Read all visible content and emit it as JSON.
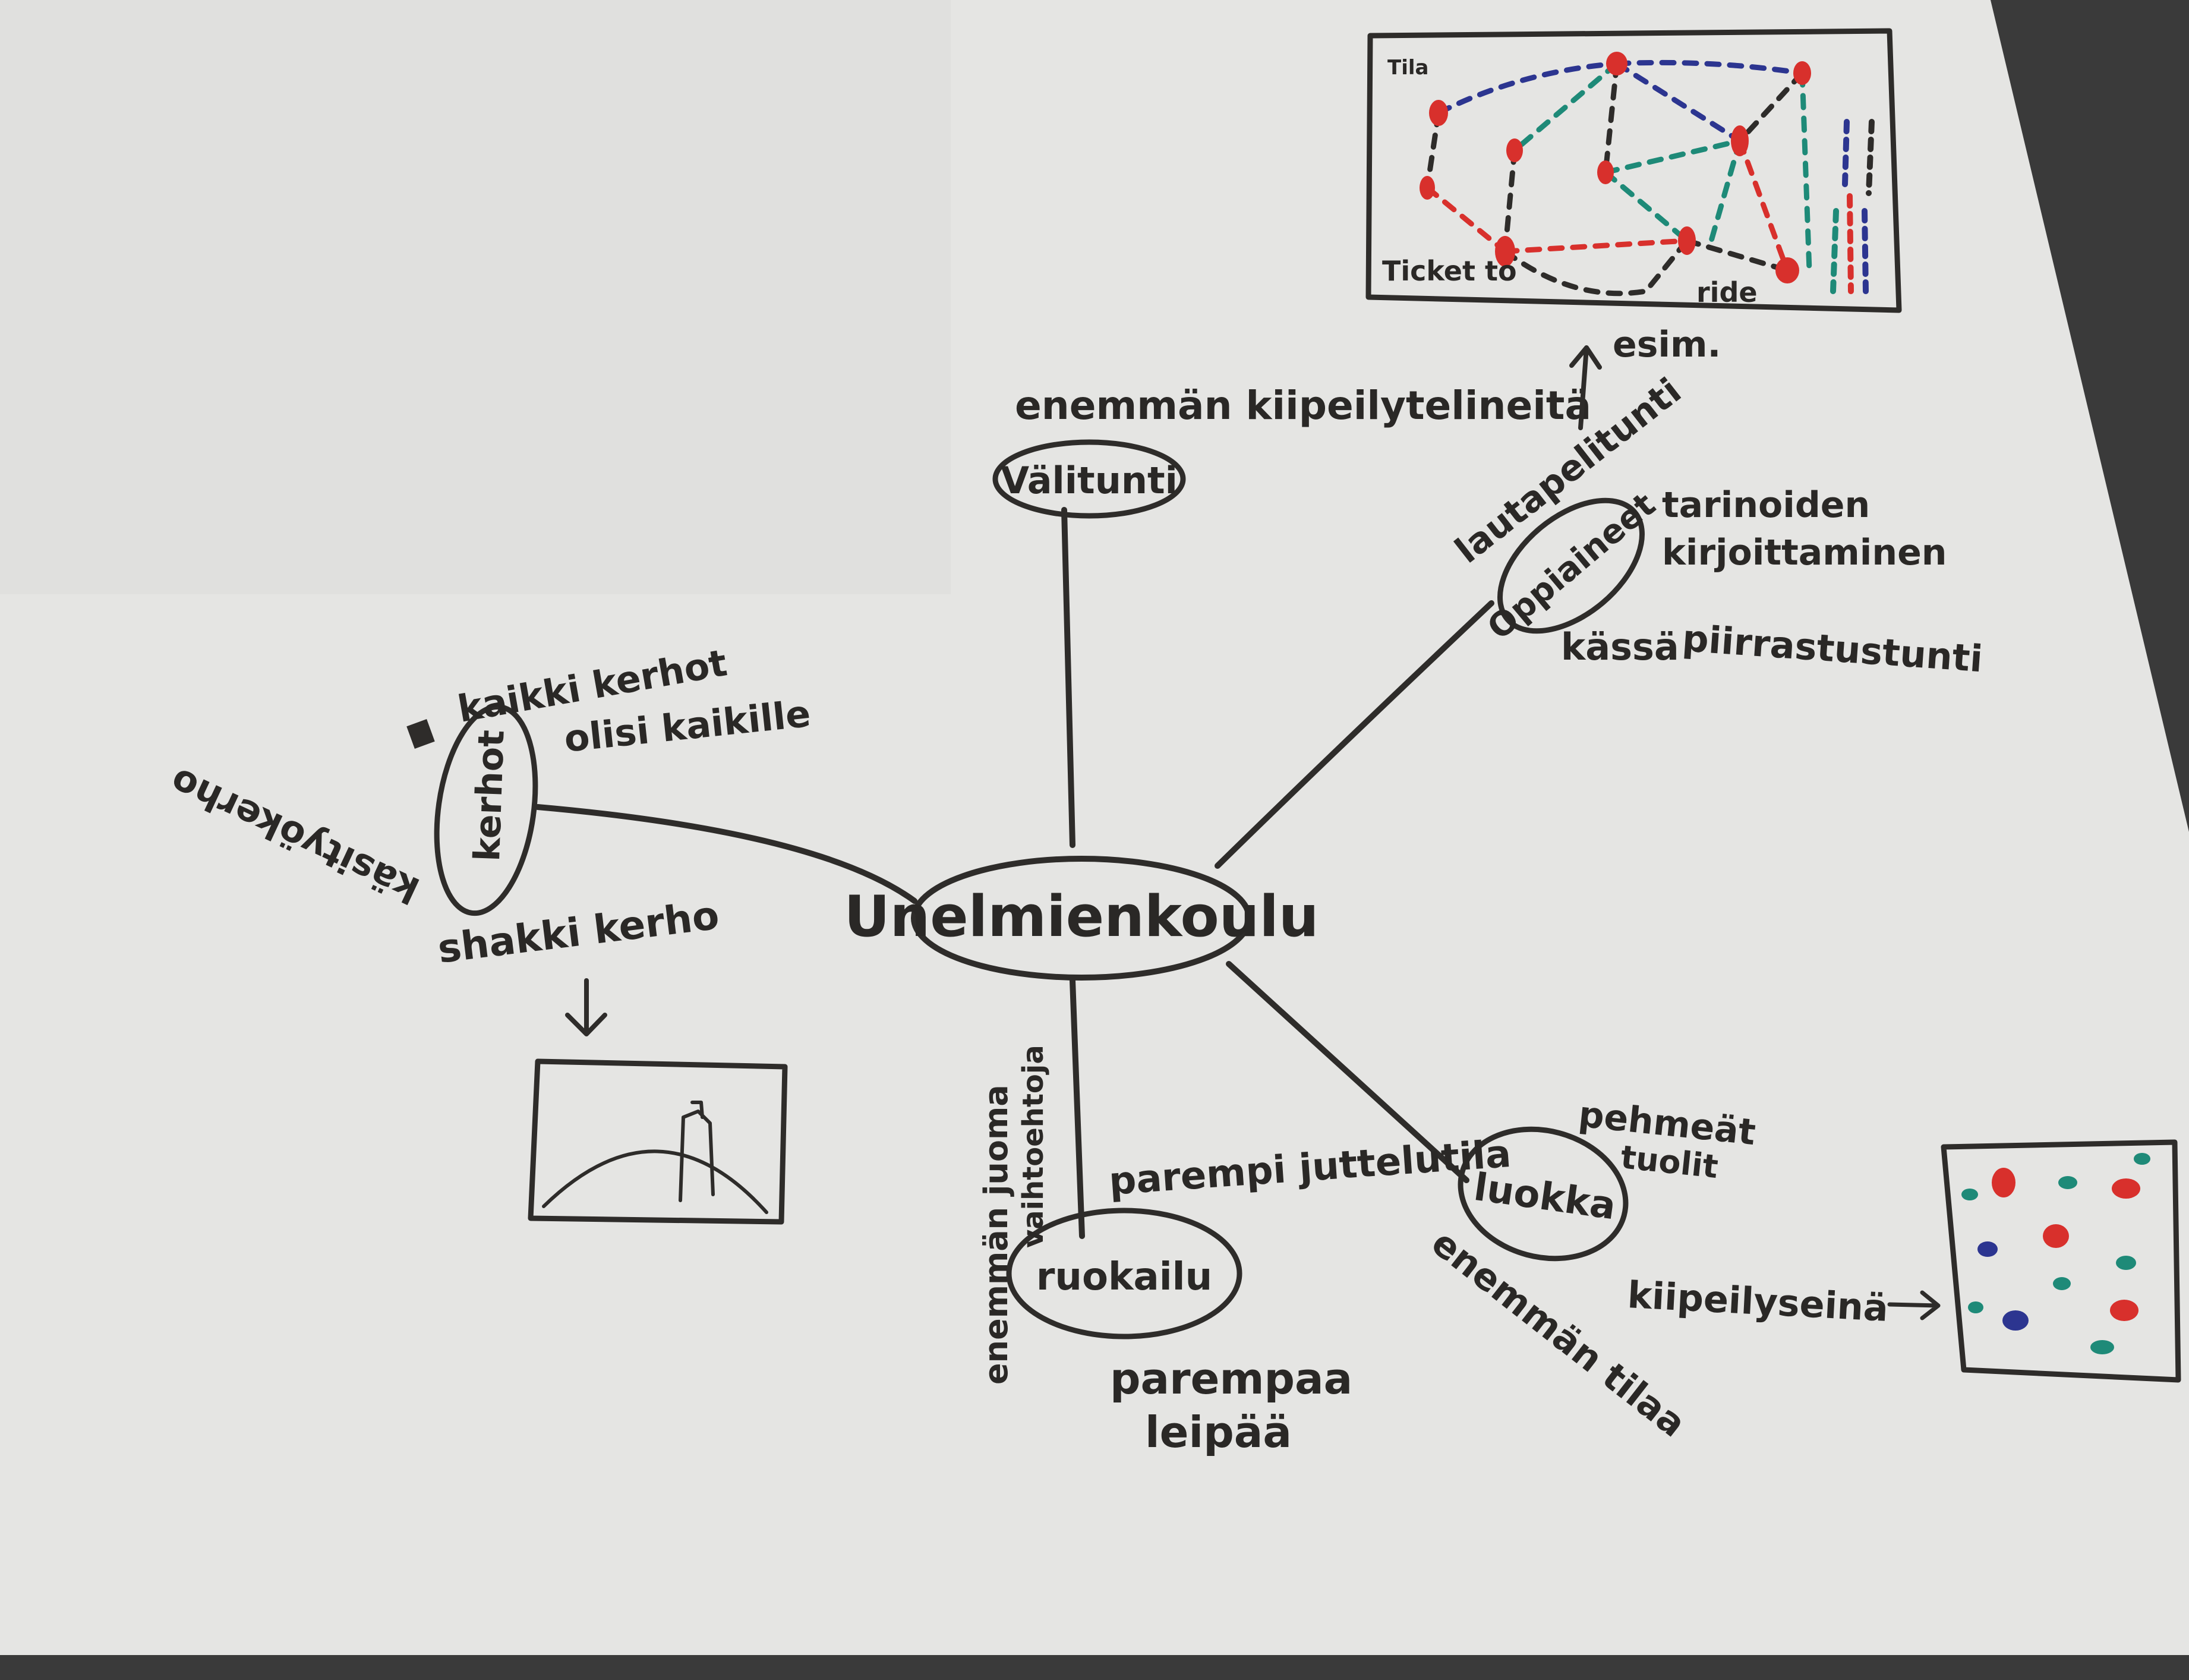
{
  "center": {
    "label": "Unelmienkoulu"
  },
  "nodes": {
    "valitunti": {
      "label": "Välitunti",
      "notes": [
        "enemmän kiipeilytelineitä"
      ]
    },
    "oppiaineet": {
      "label": "Oppiaineet",
      "notes": [
        "lautapelitunti",
        "esim.",
        "tarinoiden",
        "kirjoittaminen",
        "kässä",
        "piirrastustunti"
      ]
    },
    "kerhot": {
      "label": "kerhot",
      "notes": [
        "kaikki kerhot",
        "olisi kaikille",
        "käsityökerho",
        "shakki kerho"
      ]
    },
    "ruokailu": {
      "label": "ruokailu",
      "notes": [
        "enemmän juoma",
        "vaihtoehtoja",
        "parempaa",
        "leipää"
      ]
    },
    "luokka": {
      "label": "luokka",
      "notes": [
        "parempi juttelutila",
        "pehmeät",
        "tuolit",
        "enemmän tilaa",
        "kiipeilyseinä"
      ]
    }
  },
  "ticket_to_ride": {
    "corner_label": "Tila",
    "title_left": "Ticket to",
    "title_right": "ride"
  },
  "colors": {
    "paper": "#e4e4e2",
    "ink": "#2e2c2a",
    "red": "#d8302c",
    "blue": "#2c3590",
    "teal": "#1e8a78",
    "carpet": "#3a3a3a"
  }
}
